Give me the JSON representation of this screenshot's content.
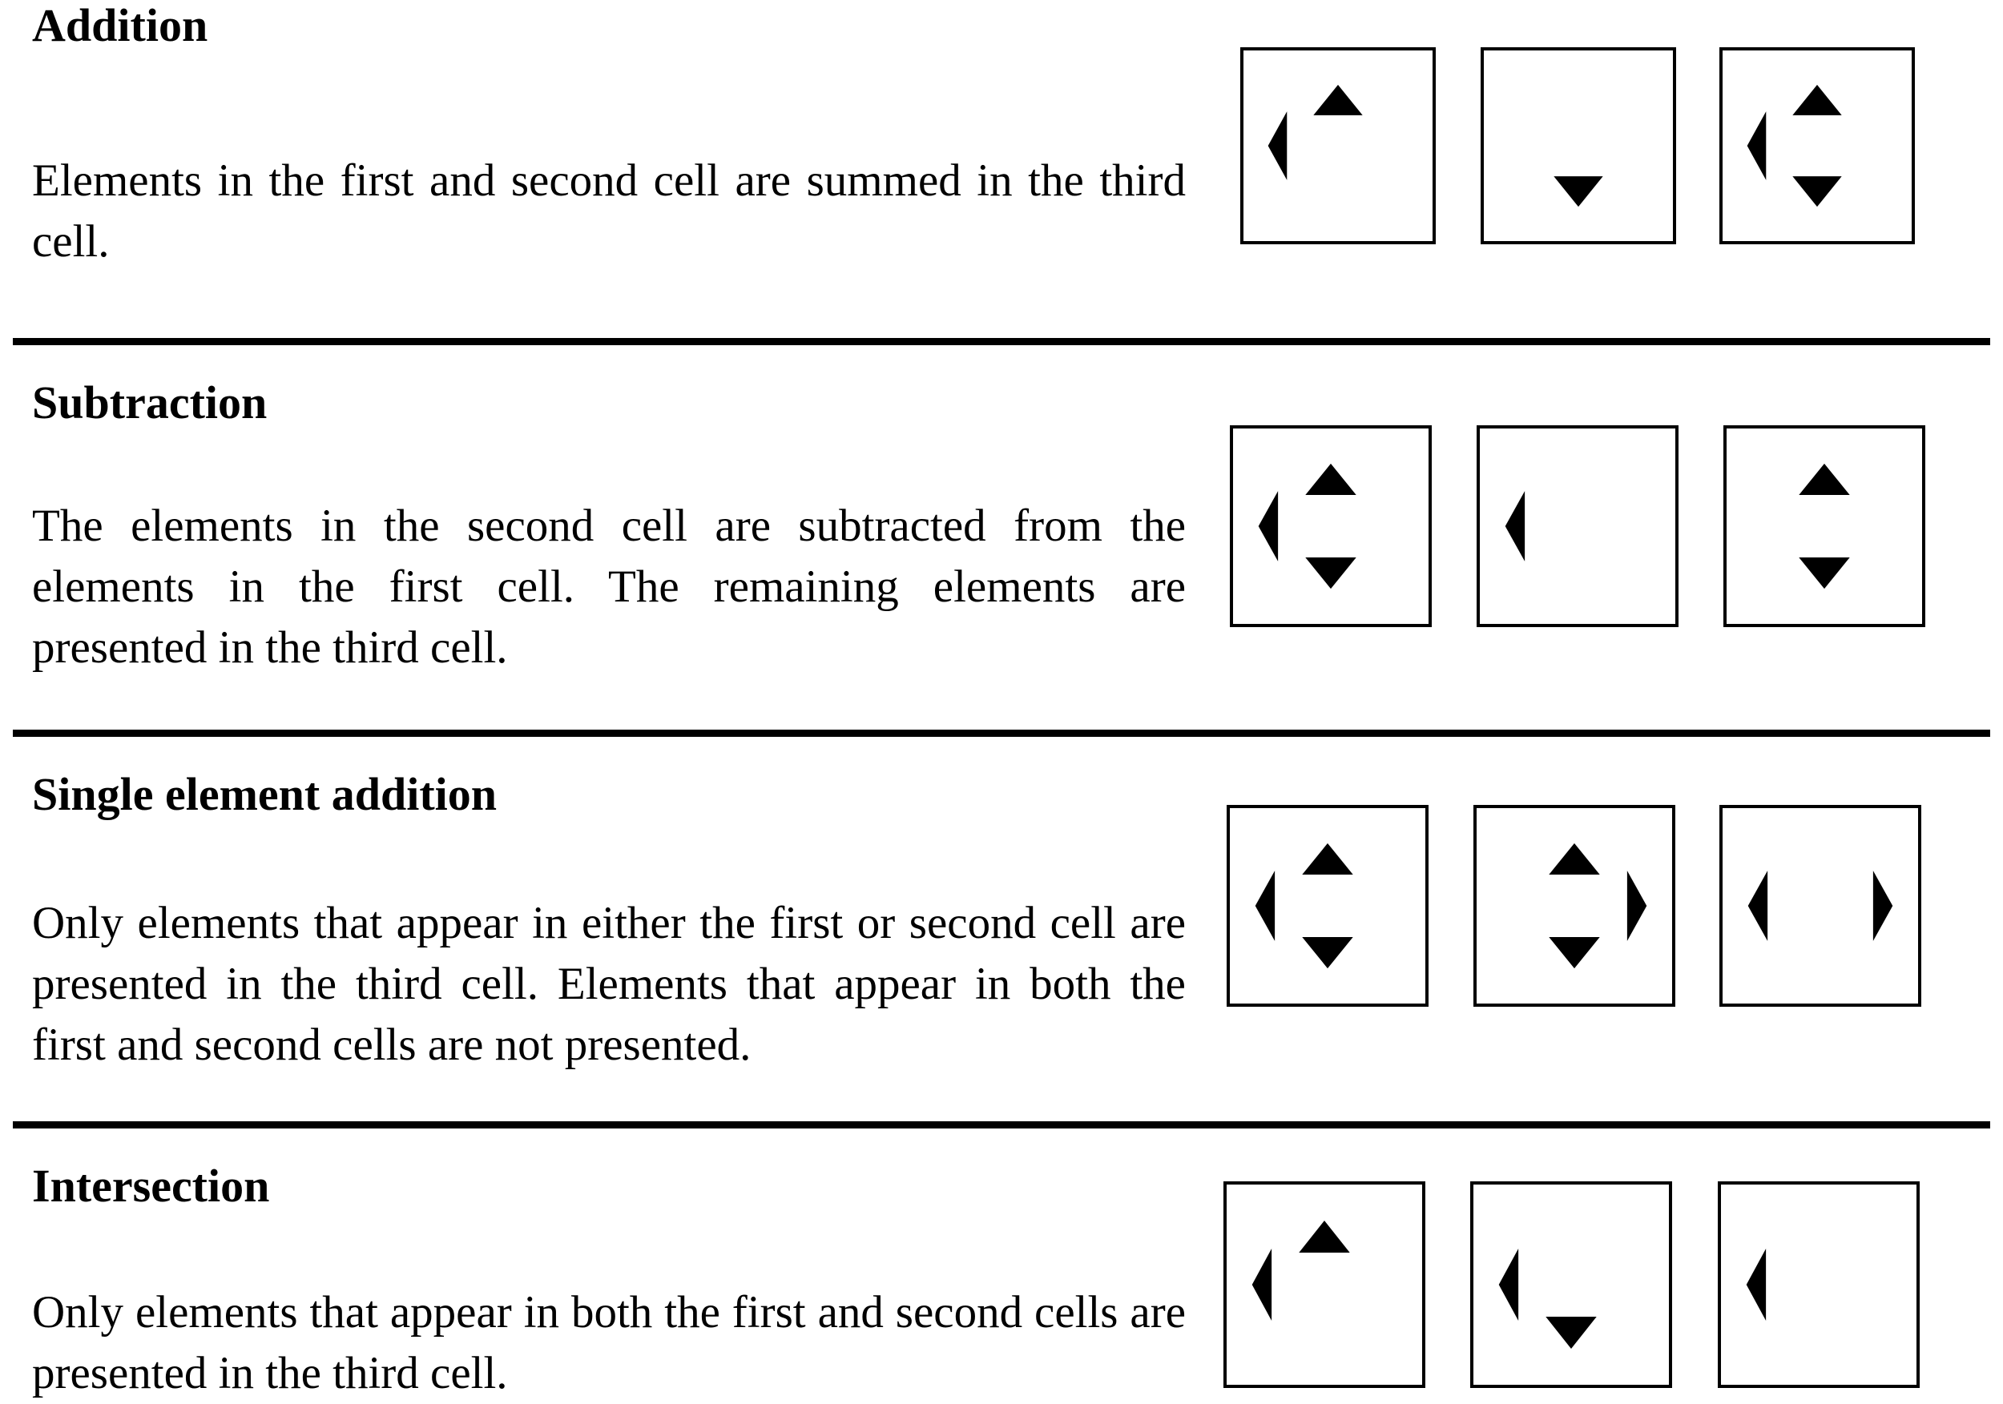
{
  "sections": [
    {
      "title": "Addition",
      "description": "Elements in the first and second cell are summed in the third cell.",
      "cells": [
        [
          "up",
          "left"
        ],
        [
          "down"
        ],
        [
          "up",
          "left",
          "down"
        ]
      ]
    },
    {
      "title": "Subtraction",
      "description": "The elements in the second cell are subtracted from the elements in the first cell. The remaining elements are presented in the third cell.",
      "cells": [
        [
          "up",
          "left",
          "down"
        ],
        [
          "left"
        ],
        [
          "up",
          "down"
        ]
      ]
    },
    {
      "title": "Single element addition",
      "description": "Only elements that appear in either the first or second cell are presented in the third cell. Elements that appear in both the first and second cells are not presented.",
      "cells": [
        [
          "up",
          "left",
          "down"
        ],
        [
          "up",
          "right",
          "down"
        ],
        [
          "left",
          "right"
        ]
      ]
    },
    {
      "title": "Intersection",
      "description": "Only elements that appear in both the first and second cells are presented in the third cell.",
      "cells": [
        [
          "up",
          "left"
        ],
        [
          "left",
          "down"
        ],
        [
          "left"
        ]
      ]
    }
  ],
  "icons": {
    "up": "triangle-up",
    "down": "triangle-down",
    "left": "triangle-left",
    "right": "triangle-right"
  },
  "colors": {
    "ink": "#000000",
    "background": "#ffffff"
  }
}
